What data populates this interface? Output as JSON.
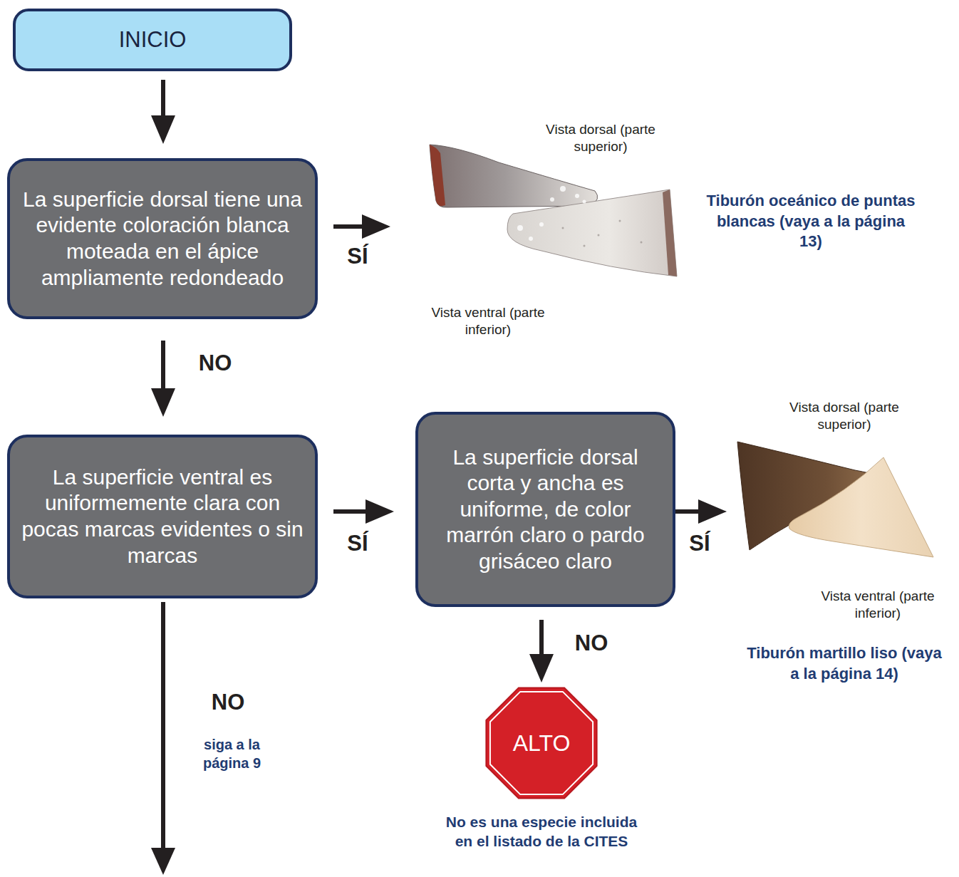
{
  "diagram": {
    "nodes": [
      {
        "text": [
          "INICIO"
        ]
      },
      {
        "text": [
          "La superficie dorsal tiene una evidente coloración blanca moteada en el ápice ampliamente redondeado"
        ]
      },
      {
        "text": [
          "Vista dorsal (parte superior)",
          "Vista ventral (parte inferior)",
          "Tiburón oceánico de puntas blancas (vaya a la página 13)"
        ]
      },
      {
        "text": [
          "La superficie ventral es uniformemente clara con pocas marcas evidentes o sin marcas"
        ]
      },
      {
        "text": [
          "La superficie dorsal corta y ancha es uniforme, de color marrón claro o pardo grisáceo claro"
        ]
      },
      {
        "text": [
          "Vista dorsal (parte superior)",
          "Vista ventral (parte inferior)",
          "Tiburón martillo liso (vaya a la página 14)"
        ]
      },
      {
        "text": [
          "ALTO",
          "No es una especie incluida en el listado de la CITES"
        ]
      }
    ],
    "edges": [
      {
        "from": 0,
        "to": 1,
        "arrow": "to"
      },
      {
        "from": 1,
        "to": 2,
        "label": "SÍ",
        "arrow": "to"
      },
      {
        "from": 1,
        "to": 3,
        "label": "NO",
        "arrow": "to"
      },
      {
        "from": 3,
        "to": 4,
        "label": "SÍ",
        "arrow": "to"
      },
      {
        "from": 4,
        "to": 5,
        "label": "SÍ",
        "arrow": "to"
      },
      {
        "from": 4,
        "to": 6,
        "label": "NO",
        "arrow": "to"
      }
    ],
    "labels": [
      "NO",
      "siga a la página 9"
    ]
  }
}
